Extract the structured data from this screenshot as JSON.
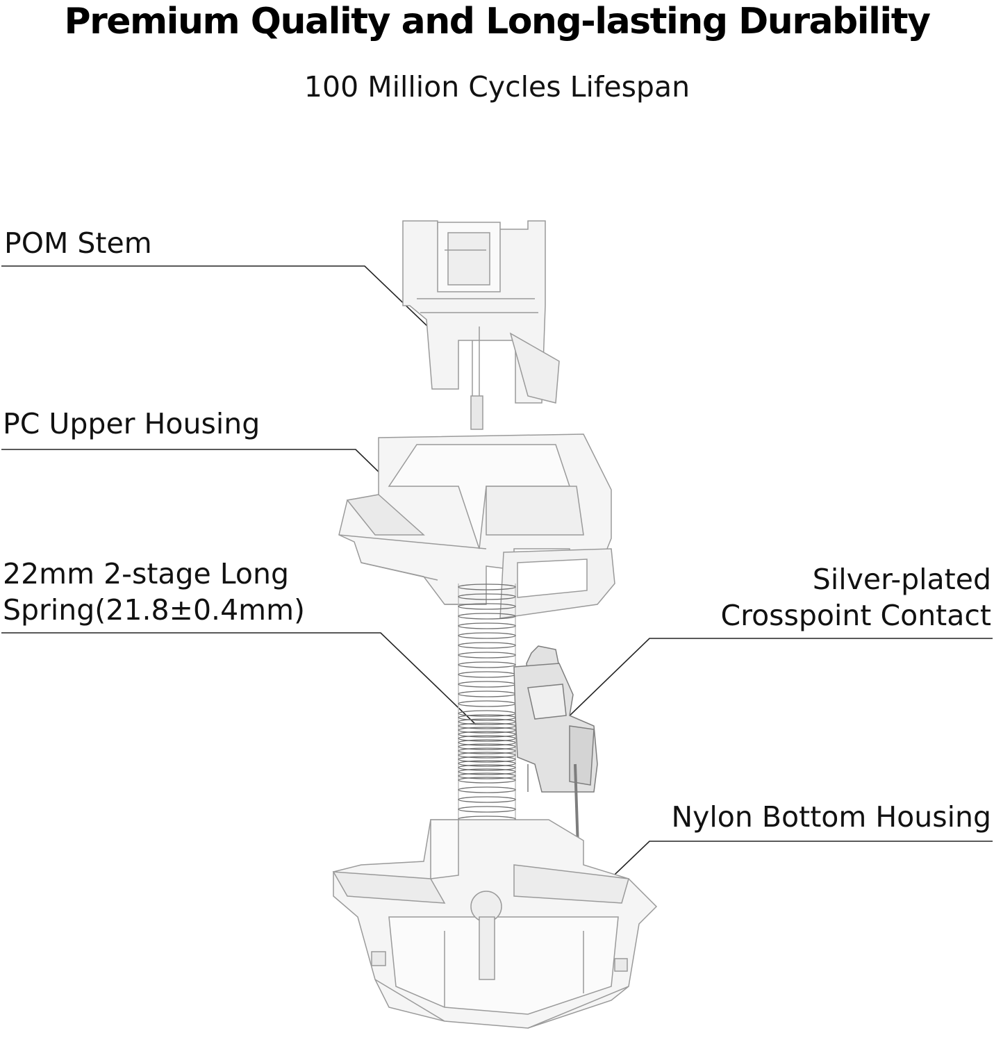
{
  "header": {
    "title": "Premium Quality and Long-lasting Durability",
    "subtitle": "100 Million Cycles Lifespan"
  },
  "callouts": [
    {
      "id": "stem",
      "text": "POM Stem"
    },
    {
      "id": "upper",
      "text": "PC Upper Housing"
    },
    {
      "id": "spring_line1",
      "text": "22mm 2-stage Long"
    },
    {
      "id": "spring_line2",
      "text": "Spring(21.8±0.4mm)"
    },
    {
      "id": "contact_line1",
      "text": "Silver-plated"
    },
    {
      "id": "contact_line2",
      "text": "Crosspoint Contact"
    },
    {
      "id": "bottom",
      "text": "Nylon Bottom Housing"
    }
  ],
  "colors": {
    "text": "#111111",
    "leader_line": "#222222",
    "plastic_outline": "#9a9a9a",
    "plastic_fill": "#f3f3f3",
    "metal": "#8a8a8a"
  }
}
